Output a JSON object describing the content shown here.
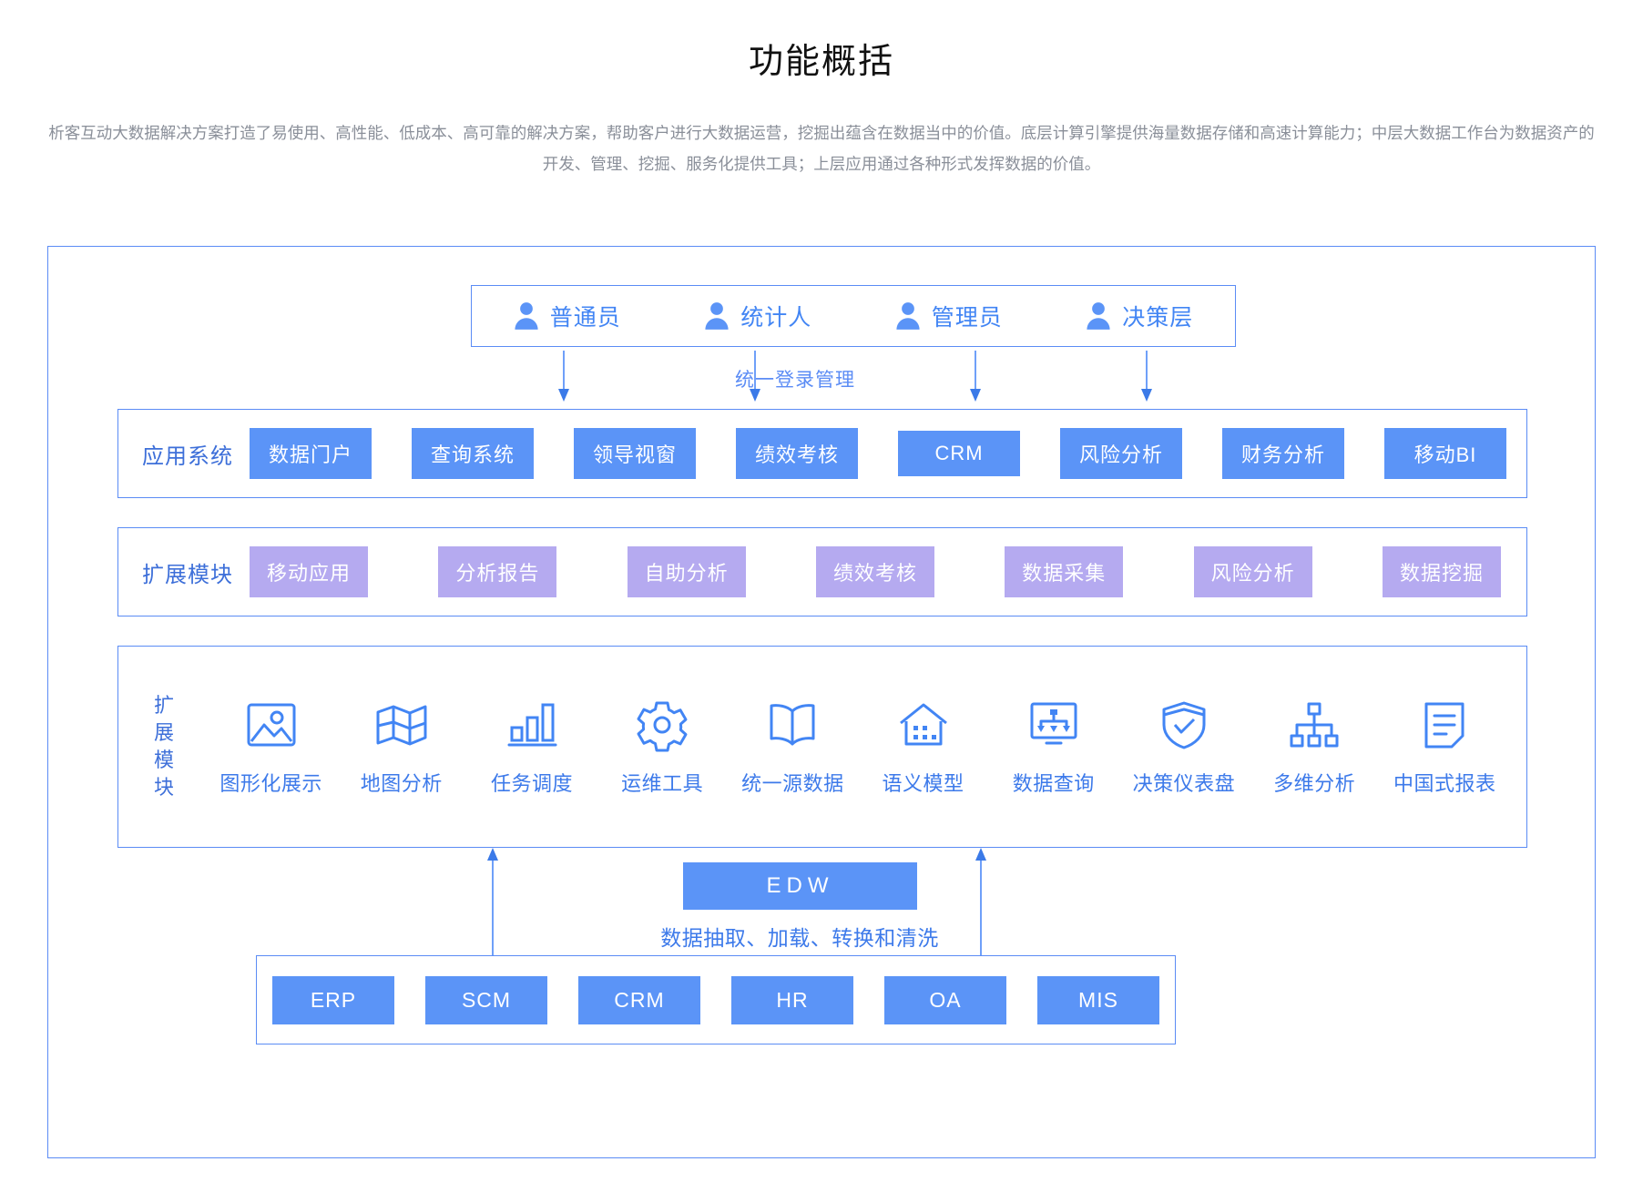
{
  "header": {
    "title": "功能概括",
    "description": "析客互动大数据解决方案打造了易使用、高性能、低成本、高可靠的解决方案，帮助客户进行大数据运营，挖掘出蕴含在数据当中的价值。底层计算引擎提供海量数据存储和高速计算能力；中层大数据工作台为数据资产的开发、管理、挖掘、服务化提供工具；上层应用通过各种形式发挥数据的价值。"
  },
  "roles": {
    "items": [
      {
        "label": "普通员",
        "icon": "user-icon"
      },
      {
        "label": "统计人",
        "icon": "user-icon"
      },
      {
        "label": "管理员",
        "icon": "user-icon"
      },
      {
        "label": "决策层",
        "icon": "user-icon"
      }
    ],
    "login_label": "统一登录管理"
  },
  "app_systems": {
    "title": "应用系统",
    "items": [
      "数据门户",
      "查询系统",
      "领导视窗",
      "绩效考核",
      "CRM",
      "风险分析",
      "财务分析",
      "移动BI"
    ]
  },
  "extension_chips": {
    "title": "扩展模块",
    "items": [
      "移动应用",
      "分析报告",
      "自助分析",
      "绩效考核",
      "数据采集",
      "风险分析",
      "数据挖掘"
    ]
  },
  "extension_panel": {
    "title": "扩展模块",
    "title_chars": [
      "扩",
      "展",
      "模",
      "块"
    ],
    "items": [
      {
        "label": "图形化展示",
        "icon": "image-icon"
      },
      {
        "label": "地图分析",
        "icon": "map-icon"
      },
      {
        "label": "任务调度",
        "icon": "bar-chart-icon"
      },
      {
        "label": "运维工具",
        "icon": "gear-icon"
      },
      {
        "label": "统一源数据",
        "icon": "book-icon"
      },
      {
        "label": "语义模型",
        "icon": "house-icon"
      },
      {
        "label": "数据查询",
        "icon": "monitor-flow-icon"
      },
      {
        "label": "决策仪表盘",
        "icon": "shield-check-icon"
      },
      {
        "label": "多维分析",
        "icon": "hierarchy-icon"
      },
      {
        "label": "中国式报表",
        "icon": "document-icon"
      }
    ]
  },
  "edw": {
    "label": "EDW",
    "caption": "数据抽取、加载、转换和清洗"
  },
  "source_systems": {
    "items": [
      "ERP",
      "SCM",
      "CRM",
      "HR",
      "OA",
      "MIS"
    ]
  },
  "colors": {
    "accent_blue": "#5b94f7",
    "accent_purple": "#b5aaf0",
    "border_blue": "#5b8cf5",
    "text_blue": "#3d7aea",
    "body_text": "#8a8f99",
    "title_text": "#111111"
  }
}
